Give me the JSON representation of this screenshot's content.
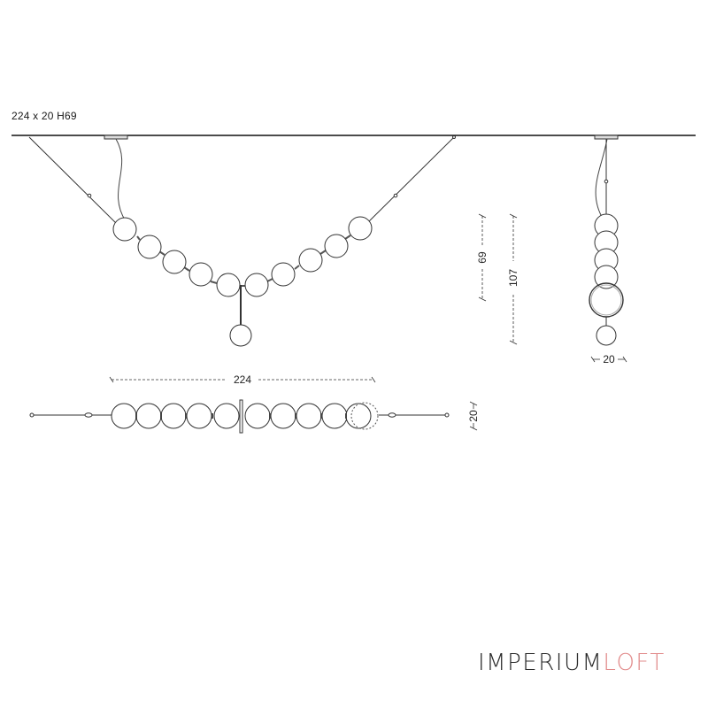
{
  "title": "224 x 20 H69",
  "dimensions": {
    "front_width": "224",
    "height_body": "69",
    "height_total": "107",
    "side_depth": "20",
    "top_depth": "20"
  },
  "logo": {
    "part1": "IMPERIUM",
    "part2": "LOFT",
    "color_part1": "#2b2b2b",
    "color_part2": "#e28c8c"
  }
}
